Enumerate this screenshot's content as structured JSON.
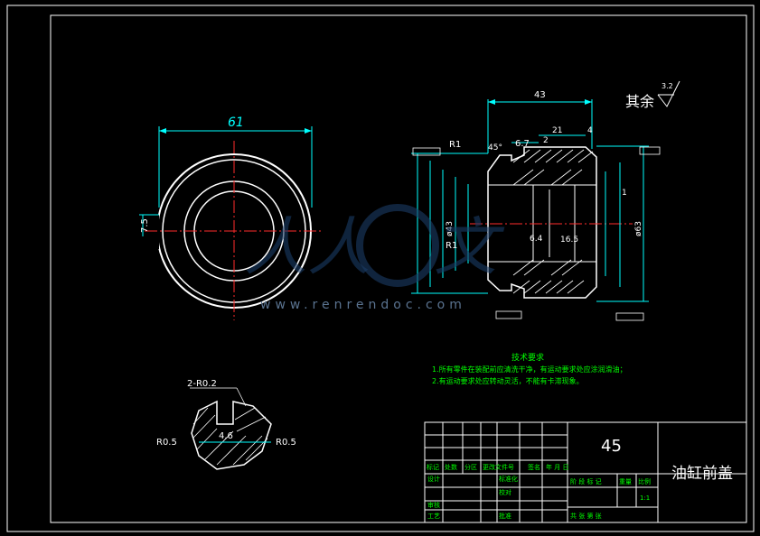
{
  "front_view": {
    "dim_diameter": "61",
    "dim_offset": "7.5"
  },
  "section_view": {
    "dim_length": "43",
    "dim_21": "21",
    "dim_4": "4",
    "dim_2": "2",
    "dim_6_7": "6.7",
    "dim_45deg": "45°",
    "dim_r1_top": "R1",
    "dim_r1_mid": "R1",
    "dim_6_4": "6.4",
    "dim_16_5": "16.5",
    "dim_43_dia": "ø43",
    "dim_63_dia": "ø63",
    "dim_1": "1",
    "surface_note": "其余",
    "surface_value": "3.2"
  },
  "detail_view": {
    "chamfer": "2-R0.2",
    "r_left": "R0.5",
    "r_right": "R0.5",
    "width": "4.6"
  },
  "tech_req": {
    "title": "技术要求",
    "line1": "1.所有零件在装配前应清洗干净，有运动要求处应涂润滑油；",
    "line2": "2.有运动要求处应转动灵活，不能有卡滞现象。"
  },
  "title_block": {
    "material": "45",
    "part_name": "油缸前盖",
    "header_row": [
      "标记",
      "处数",
      "分区",
      "更改文件号",
      "签名",
      "年 月 日"
    ],
    "row_design": "设计",
    "row_standard": "标准化",
    "row_review": "审核",
    "row_process": "工艺",
    "row_check": "校对",
    "row_approve": "批准",
    "stage_labels": [
      "阶 段 标 记",
      "重量",
      "比例"
    ],
    "scale": "1:1",
    "sheet_label": "共    张    第    张"
  },
  "watermark": {
    "url": "www.renrendoc.com"
  }
}
